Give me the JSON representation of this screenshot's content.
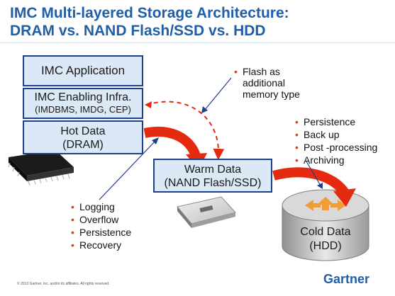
{
  "title": {
    "line1": "IMC Multi-layered Storage Architecture:",
    "line2": "DRAM vs. NAND Flash/SSD vs. HDD"
  },
  "boxes": {
    "app": "IMC Application",
    "infra_line1": "IMC Enabling Infra.",
    "infra_line2": "(IMDBMS, IMDG, CEP)",
    "hot_line1": "Hot Data",
    "hot_line2": "(DRAM)",
    "warm_line1": "Warm Data",
    "warm_line2": "(NAND Flash/SSD)"
  },
  "cold": {
    "line1": "Cold Data",
    "line2": "(HDD)"
  },
  "flash_note": "Flash as\nadditional\nmemory type",
  "left_bullets": [
    "Logging",
    "Overflow",
    "Persistence",
    "Recovery"
  ],
  "right_bullets": [
    "Persistence",
    "Back up",
    "Post -processing",
    "Archiving"
  ],
  "footer": "© 2013 Gartner, Inc. and/or its affiliates. All rights reserved.",
  "logo": "Gartner",
  "colors": {
    "title": "#1f5fa8",
    "box_fill": "#dbe8f5",
    "box_border": "#1e3f8a",
    "arrow": "#e62a10",
    "bullet": "#e0391e"
  }
}
